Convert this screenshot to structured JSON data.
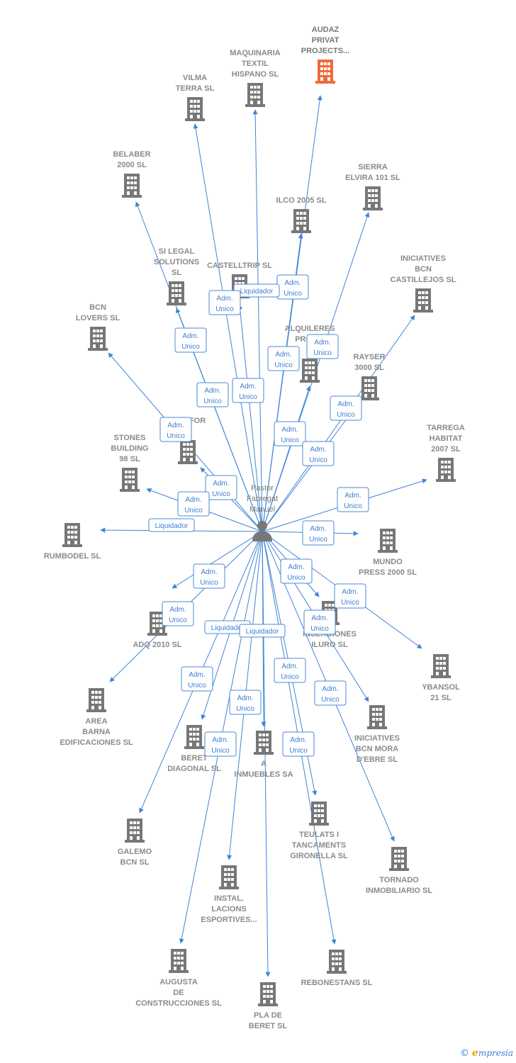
{
  "colors": {
    "edge": "#3f84d8",
    "building": "#777777",
    "building_highlight": "#ef6a3a",
    "person": "#777777",
    "badge_border": "#4a8ad6",
    "label": "#8a8a8a"
  },
  "center": {
    "icon": "person-icon",
    "name_lines": [
      "Pastor",
      "Fabregat",
      "Manuel"
    ]
  },
  "companies": [
    {
      "id": "audaz",
      "lines": [
        "AUDAZ",
        "PRIVAT",
        "PROJECTS..."
      ],
      "highlight": true
    },
    {
      "id": "maquinaria",
      "lines": [
        "MAQUINARIA",
        "TEXTIL",
        "HISPANO SL"
      ]
    },
    {
      "id": "vilma",
      "lines": [
        "VILMA",
        "TERRA  SL"
      ]
    },
    {
      "id": "belaber",
      "lines": [
        "BELABER",
        "2000 SL"
      ]
    },
    {
      "id": "sierra",
      "lines": [
        "SIERRA",
        "ELVIRA 101 SL"
      ]
    },
    {
      "id": "ilco",
      "lines": [
        "ILCO 2005 SL"
      ]
    },
    {
      "id": "silegal",
      "lines": [
        "SI LEGAL",
        "SOLUTIONS",
        "SL"
      ]
    },
    {
      "id": "castelltrip",
      "lines": [
        "CASTELLTRIP SL"
      ]
    },
    {
      "id": "iniciatives_bcn",
      "lines": [
        "INICIATIVES",
        "BCN",
        "CASTILLEJOS SL"
      ]
    },
    {
      "id": "bcnlovers",
      "lines": [
        "BCN",
        "LOVERS  SL"
      ]
    },
    {
      "id": "alquileres",
      "lines": [
        "ALQUILERES",
        "PROMO",
        "R"
      ]
    },
    {
      "id": "rayser",
      "lines": [
        "RAYSER",
        "3000 SL"
      ]
    },
    {
      "id": "ganfor",
      "lines": [
        "G      ANFOR",
        "L"
      ]
    },
    {
      "id": "stones",
      "lines": [
        "STONES",
        "BUILDING",
        "98 SL"
      ]
    },
    {
      "id": "tarrega",
      "lines": [
        "TARREGA",
        "HABITAT",
        "2007 SL"
      ]
    },
    {
      "id": "rumbodel",
      "lines": [
        "RUMBODEL SL"
      ]
    },
    {
      "id": "mundo",
      "lines": [
        "MUNDO",
        "PRESS 2000 SL"
      ]
    },
    {
      "id": "adq",
      "lines": [
        "ADQ 2010 SL"
      ]
    },
    {
      "id": "inserciones",
      "lines": [
        "INSERCIONES",
        "ILURO  SL"
      ]
    },
    {
      "id": "ybansol",
      "lines": [
        "YBANSOL",
        "21 SL"
      ]
    },
    {
      "id": "area",
      "lines": [
        "AREA",
        "BARNA",
        "EDIFICACIONES SL"
      ]
    },
    {
      "id": "iniciatives_mora",
      "lines": [
        "INICIATIVES",
        "BCN MORA",
        "D'EBRE SL"
      ]
    },
    {
      "id": "beret",
      "lines": [
        "BERET",
        "DIAGONAL SL"
      ]
    },
    {
      "id": "inmuebles",
      "lines": [
        "A",
        "INMUEBLES SA"
      ]
    },
    {
      "id": "teulats",
      "lines": [
        "TEULATS I",
        "TANCAMENTS",
        "GIRONELLA SL"
      ]
    },
    {
      "id": "galemo",
      "lines": [
        "GALEMO",
        "BCN  SL"
      ]
    },
    {
      "id": "tornado",
      "lines": [
        "TORNADO",
        "INMOBILIARIO SL"
      ]
    },
    {
      "id": "instal",
      "lines": [
        "INSTAL.",
        "LACIONS",
        "ESPORTIVES..."
      ]
    },
    {
      "id": "augusta",
      "lines": [
        "AUGUSTA",
        "DE",
        "CONSTRUCCIONES SL"
      ]
    },
    {
      "id": "rebonestans",
      "lines": [
        "REBONESTANS SL"
      ]
    },
    {
      "id": "pla",
      "lines": [
        "PLA DE",
        "BERET SL"
      ]
    }
  ],
  "badges": [
    {
      "lines": [
        "Adm.",
        "Unico"
      ]
    },
    {
      "lines": [
        "Liquidador"
      ]
    },
    {
      "lines": [
        "Adm.",
        "Unico"
      ]
    },
    {
      "lines": [
        "Adm.",
        "Unico"
      ]
    },
    {
      "lines": [
        "Adm.",
        "Unico"
      ]
    },
    {
      "lines": [
        "Adm.",
        "Unico"
      ]
    },
    {
      "lines": [
        "Adm.",
        "Unico"
      ]
    },
    {
      "lines": [
        "Adm.",
        "Unico"
      ]
    },
    {
      "lines": [
        "Adm.",
        "Unico"
      ]
    },
    {
      "lines": [
        "Adm.",
        "Unico"
      ]
    },
    {
      "lines": [
        "Adm.",
        "Unico"
      ]
    },
    {
      "lines": [
        "Adm.",
        "Unico"
      ]
    },
    {
      "lines": [
        "Adm.",
        "Unico"
      ]
    },
    {
      "lines": [
        "Adm.",
        "Unico"
      ]
    },
    {
      "lines": [
        "Adm.",
        "Unico"
      ]
    },
    {
      "lines": [
        "Liquidador"
      ]
    },
    {
      "lines": [
        "Adm.",
        "Unico"
      ]
    },
    {
      "lines": [
        "Adm.",
        "Unico"
      ]
    },
    {
      "lines": [
        "Adm.",
        "Unico"
      ]
    },
    {
      "lines": [
        "Adm.",
        "Unico"
      ]
    },
    {
      "lines": [
        "Adm.",
        "Unico"
      ]
    },
    {
      "lines": [
        "Adm.",
        "Unico"
      ]
    },
    {
      "lines": [
        "Liquidador"
      ]
    },
    {
      "lines": [
        "Liquidador"
      ]
    },
    {
      "lines": [
        "Adm.",
        "Unico"
      ]
    },
    {
      "lines": [
        "Adm.",
        "Unico"
      ]
    },
    {
      "lines": [
        "Adm.",
        "Unico"
      ]
    },
    {
      "lines": [
        "Adm.",
        "Unico"
      ]
    },
    {
      "lines": [
        "Adm.",
        "Unico"
      ]
    },
    {
      "lines": [
        "Adm.",
        "Unico"
      ]
    }
  ],
  "footer": {
    "copyright": "©",
    "brand_initial": "e",
    "brand_rest": "mpresia"
  }
}
